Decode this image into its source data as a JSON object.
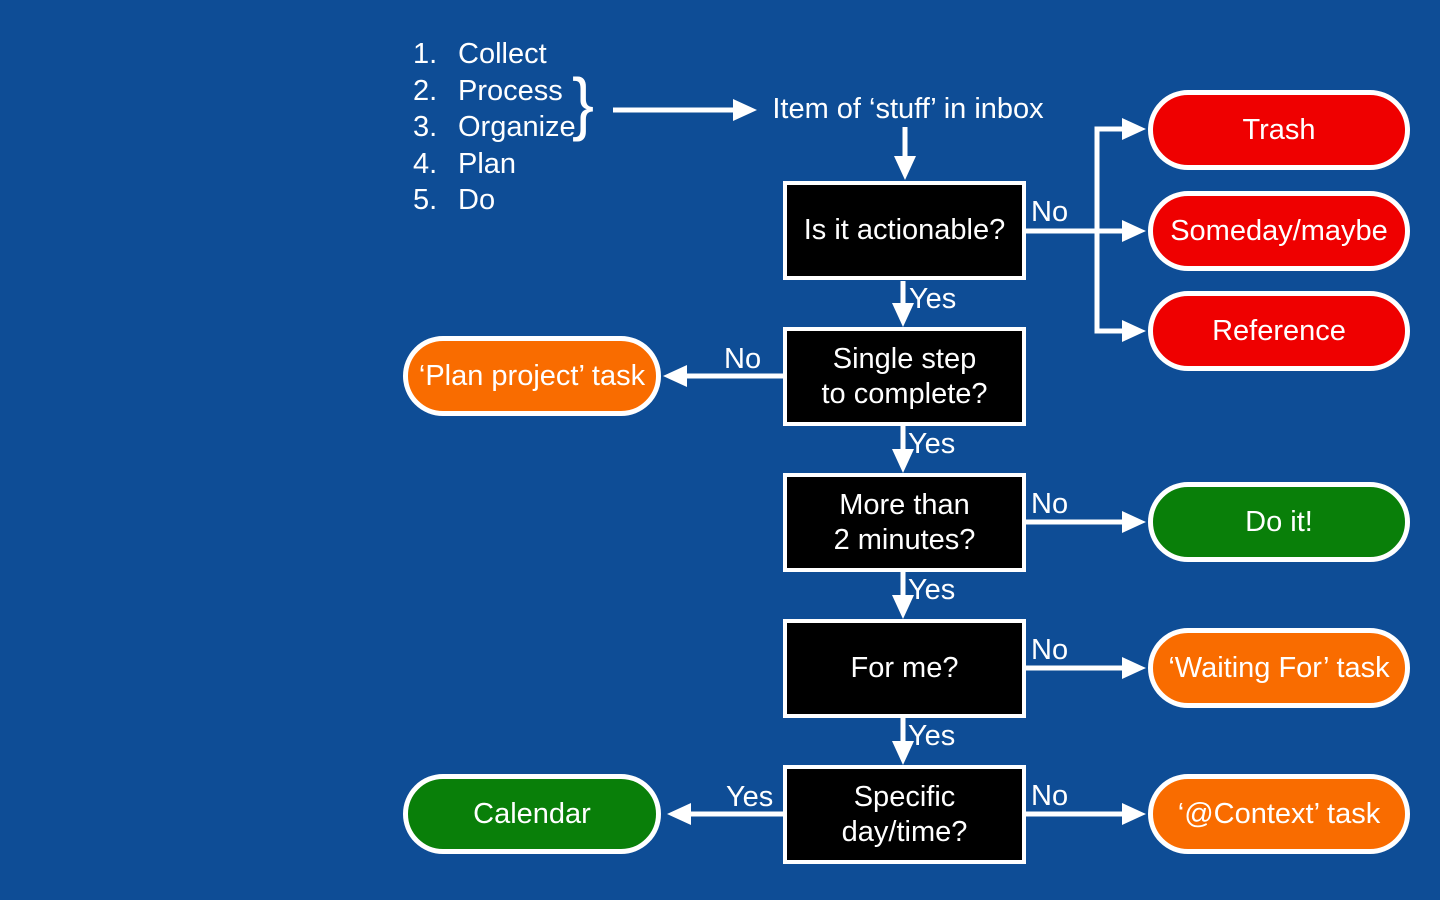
{
  "colors": {
    "background": "#0E4D96",
    "decision_box": "#000000",
    "terminal_red": "#EF0000",
    "terminal_orange": "#F96C00",
    "terminal_green": "#097F09",
    "line_and_text": "#FFFFFF"
  },
  "intro_list": {
    "brace": "}",
    "items": [
      {
        "num": "1.",
        "label": "Collect"
      },
      {
        "num": "2.",
        "label": "Process"
      },
      {
        "num": "3.",
        "label": "Organize"
      },
      {
        "num": "4.",
        "label": "Plan"
      },
      {
        "num": "5.",
        "label": "Do"
      }
    ]
  },
  "inbox": {
    "label": "Item of ‘stuff’ in inbox"
  },
  "decisions": [
    {
      "lines": [
        "Is it actionable?"
      ]
    },
    {
      "lines": [
        "Single step",
        "to complete?"
      ]
    },
    {
      "lines": [
        "More than",
        "2 minutes?"
      ]
    },
    {
      "lines": [
        "For me?"
      ]
    },
    {
      "lines": [
        "Specific",
        "day/time?"
      ]
    }
  ],
  "terminals": {
    "trash": {
      "label": "Trash",
      "color": "#EF0000"
    },
    "someday": {
      "label": "Someday/maybe",
      "color": "#EF0000"
    },
    "reference": {
      "label": "Reference",
      "color": "#EF0000"
    },
    "plan_project": {
      "label": "‘Plan project’ task",
      "color": "#F96C00"
    },
    "do_it": {
      "label": "Do it!",
      "color": "#097F09"
    },
    "waiting_for": {
      "label": "‘Waiting For’ task",
      "color": "#F96C00"
    },
    "calendar": {
      "label": "Calendar",
      "color": "#097F09"
    },
    "context": {
      "label": "‘@Context’ task",
      "color": "#F96C00"
    }
  },
  "edge_labels": {
    "actionable_no": "No",
    "actionable_yes": "Yes",
    "single_step_no": "No",
    "single_step_yes": "Yes",
    "two_minutes_no": "No",
    "two_minutes_yes": "Yes",
    "for_me_no": "No",
    "for_me_yes": "Yes",
    "day_time_no": "No",
    "day_time_yes": "Yes"
  }
}
